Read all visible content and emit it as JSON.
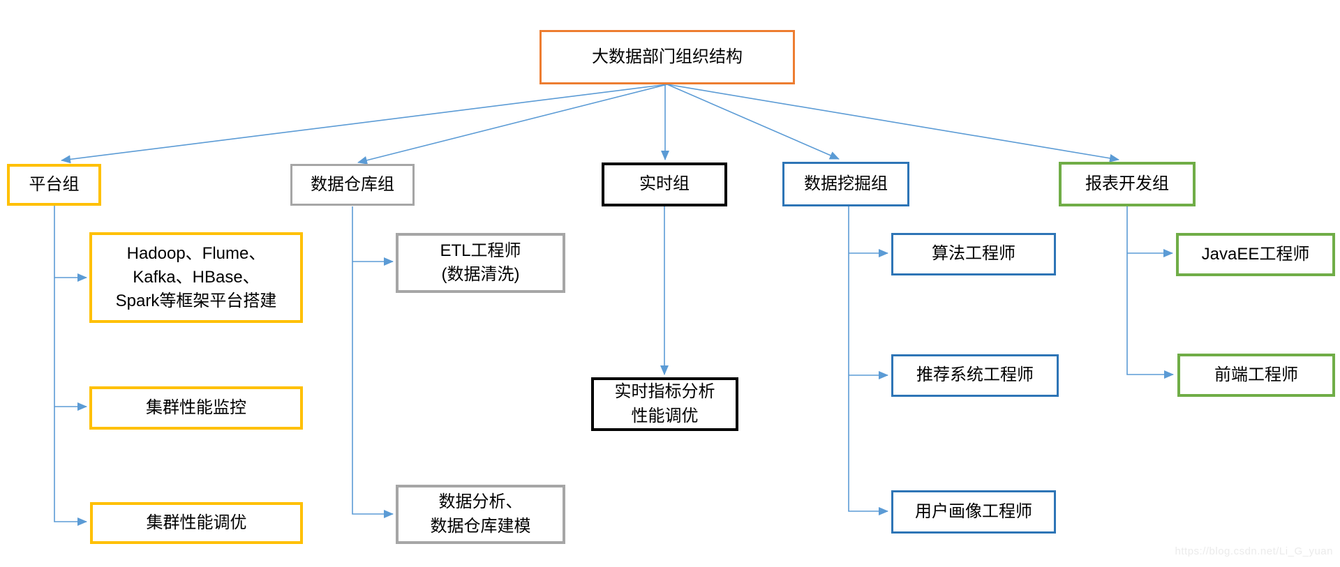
{
  "colors": {
    "root": "#ED7D31",
    "platform": "#FFC000",
    "warehouse": "#A6A6A6",
    "realtime": "#000000",
    "mining": "#2E75B6",
    "report": "#70AD47",
    "connector": "#5B9BD5"
  },
  "root": {
    "label": "大数据部门组织结构"
  },
  "groups": {
    "platform": {
      "label": "平台组"
    },
    "warehouse": {
      "label": "数据仓库组"
    },
    "realtime": {
      "label": "实时组"
    },
    "mining": {
      "label": "数据挖掘组"
    },
    "report": {
      "label": "报表开发组"
    }
  },
  "children": {
    "platform_frameworks": {
      "label": "Hadoop、Flume、\nKafka、HBase、\nSpark等框架平台搭建"
    },
    "platform_monitor": {
      "label": "集群性能监控"
    },
    "platform_tuning": {
      "label": "集群性能调优"
    },
    "warehouse_etl": {
      "label": "ETL工程师\n(数据清洗)"
    },
    "warehouse_modeling": {
      "label": "数据分析、\n数据仓库建模"
    },
    "realtime_analysis": {
      "label": "实时指标分析\n性能调优"
    },
    "mining_algorithm": {
      "label": "算法工程师"
    },
    "mining_recommend": {
      "label": "推荐系统工程师"
    },
    "mining_profile": {
      "label": "用户画像工程师"
    },
    "report_javaee": {
      "label": "JavaEE工程师"
    },
    "report_frontend": {
      "label": "前端工程师"
    }
  },
  "watermark": "https://blog.csdn.net/Li_G_yuan"
}
